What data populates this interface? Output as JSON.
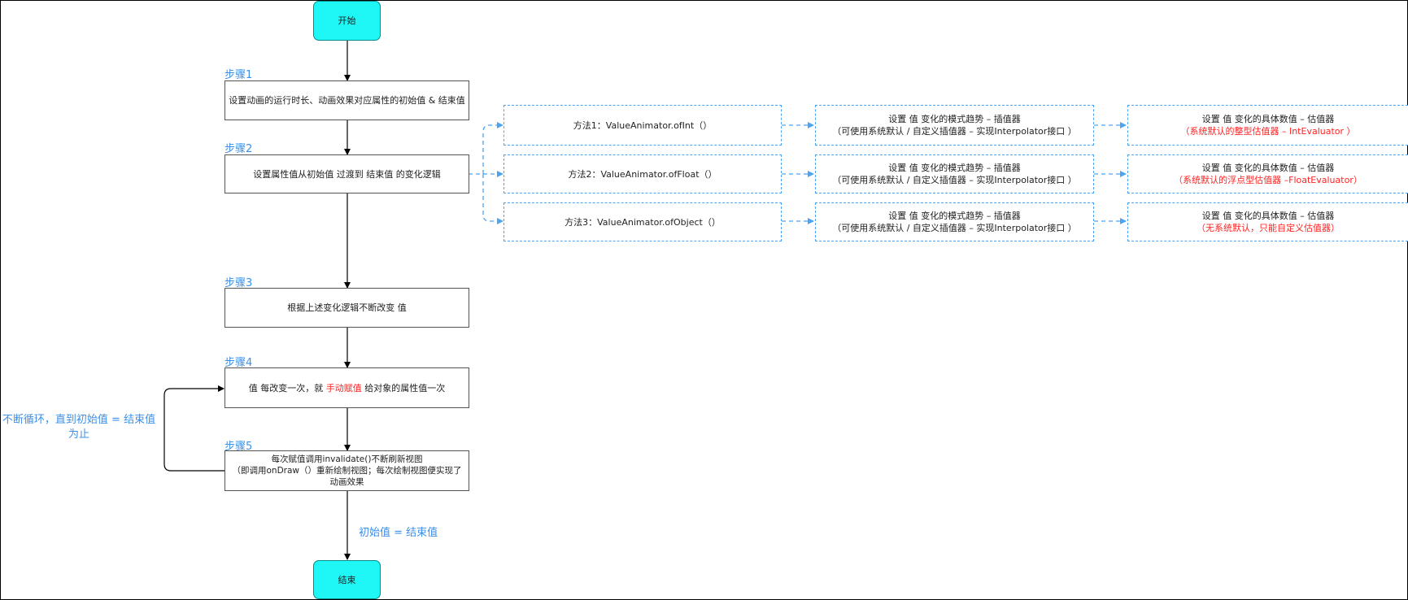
{
  "start": "开始",
  "end": "结束",
  "steps": [
    {
      "label": "步骤1",
      "text": "设置动画的运行时长、动画效果对应属性的初始值 & 结束值"
    },
    {
      "label": "步骤2",
      "text": "设置属性值从初始值 过渡到 结束值 的变化逻辑"
    },
    {
      "label": "步骤3",
      "text": "根据上述变化逻辑不断改变 值"
    },
    {
      "label": "步骤4",
      "text_before": "值 每改变一次，就 ",
      "text_red": "手动赋值",
      "text_after": " 给对象的属性值一次"
    },
    {
      "label": "步骤5",
      "line1": "每次赋值调用invalidate()不断刷新视图",
      "line2": "（即调用onDraw（）重新绘制视图；每次绘制视图便实现了动画效果"
    }
  ],
  "loop_label": "不断循环，直到初始值 = 结束值为止",
  "end_condition": "初始值 = 结束值",
  "methods": [
    {
      "method": "方法1：ValueAnimator.ofInt（）",
      "interpolator_line1": "设置 值 变化的模式趋势 – 插值器",
      "interpolator_line2": "（可使用系统默认 / 自定义插值器 – 实现Interpolator接口 ）",
      "evaluator_line1": "设置 值 变化的具体数值 – 估值器",
      "evaluator_line2": "（系统默认的整型估值器 – IntEvaluator ）"
    },
    {
      "method": "方法2：ValueAnimator.ofFloat（）",
      "interpolator_line1": "设置 值 变化的模式趋势 – 插值器",
      "interpolator_line2": "（可使用系统默认 / 自定义插值器 – 实现Interpolator接口 ）",
      "evaluator_line1": "设置 值 变化的具体数值 – 估值器",
      "evaluator_line2": "（系统默认的浮点型估值器 –FloatEvaluator）"
    },
    {
      "method": "方法3：ValueAnimator.ofObject（）",
      "interpolator_line1": "设置 值 变化的模式趋势 – 插值器",
      "interpolator_line2": "（可使用系统默认 / 自定义插值器 – 实现Interpolator接口 ）",
      "evaluator_line1": "设置 值 变化的具体数值 – 估值器",
      "evaluator_line2": "（无系统默认，只能自定义估值器）"
    }
  ],
  "colors": {
    "step_label": "#3b8fe8",
    "terminal_fill": "#1ff6f6",
    "dashed": "#4ca3ef",
    "highlight": "#ff2222"
  }
}
